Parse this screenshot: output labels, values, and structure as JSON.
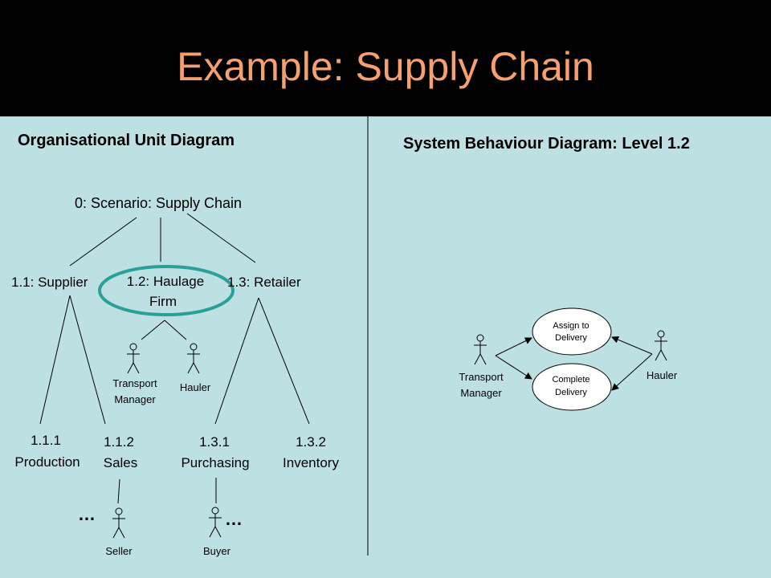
{
  "slide": {
    "title": "Example: Supply Chain"
  },
  "left_panel": {
    "heading": "Organisational Unit Diagram",
    "root": "0: Scenario: Supply Chain",
    "supplier": "1.1: Supplier",
    "haulage_line1": "1.2: Haulage",
    "haulage_line2": "Firm",
    "retailer": "1.3: Retailer",
    "transport_manager_line1": "Transport",
    "transport_manager_line2": "Manager",
    "hauler": "Hauler",
    "production_num": "1.1.1",
    "production_label": "Production",
    "sales_num": "1.1.2",
    "sales_label": "Sales",
    "purchasing_num": "1.3.1",
    "purchasing_label": "Purchasing",
    "inventory_num": "1.3.2",
    "inventory_label": "Inventory",
    "ellipsis": "…",
    "seller": "Seller",
    "buyer": "Buyer"
  },
  "right_panel": {
    "heading": "System Behaviour Diagram: Level 1.2",
    "transport_manager_line1": "Transport",
    "transport_manager_line2": "Manager",
    "hauler": "Hauler",
    "usecase_assign_line1": "Assign to",
    "usecase_assign_line2": "Delivery",
    "usecase_complete_line1": "Complete",
    "usecase_complete_line2": "Delivery"
  },
  "colors": {
    "background": "#bde0e3",
    "title_bar": "#000000",
    "title_text": "#f4a070",
    "highlight_ellipse": "#2aa198"
  }
}
